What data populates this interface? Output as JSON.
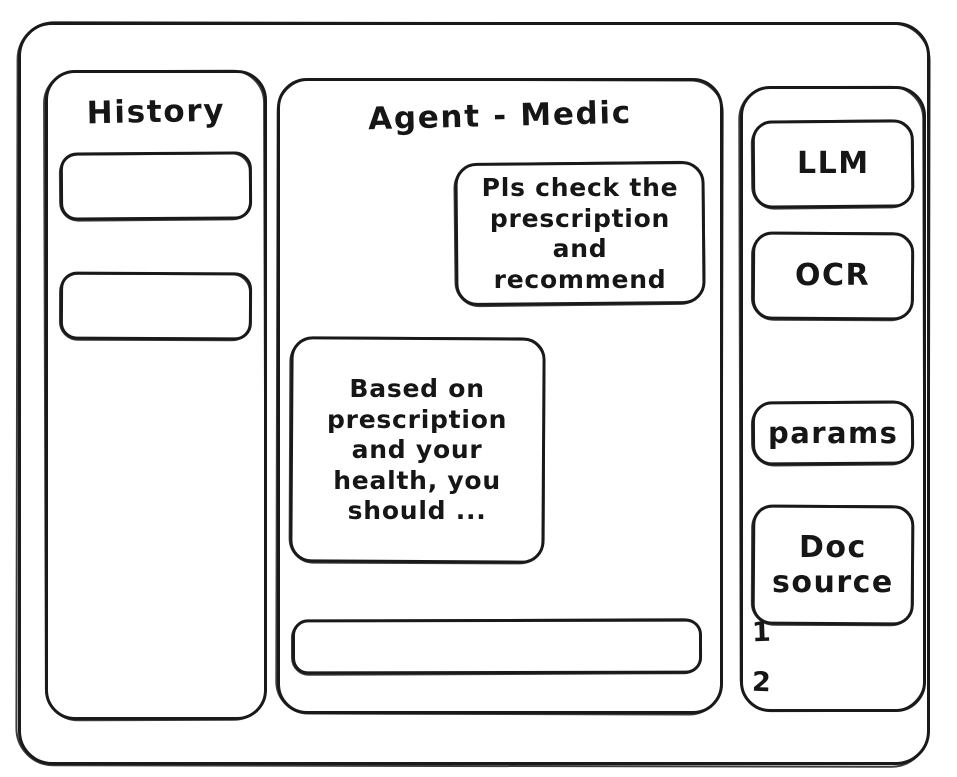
{
  "window": {
    "frame_label": "app-window"
  },
  "history": {
    "title": "History",
    "items": [
      {
        "label": ""
      },
      {
        "label": ""
      }
    ]
  },
  "agent": {
    "title": "Agent - Medic",
    "messages": [
      {
        "role": "user",
        "text": "Pls check the\nprescription\nand recommend"
      },
      {
        "role": "assistant",
        "text": "Based on\nprescription\nand your\nhealth, you\nshould ..."
      }
    ],
    "composer": {
      "value": "",
      "placeholder": ""
    }
  },
  "tools": {
    "buttons": [
      {
        "label": "LLM",
        "name": "llm"
      },
      {
        "label": "OCR",
        "name": "ocr"
      },
      {
        "label": "params",
        "name": "params"
      },
      {
        "label": "Doc\nsource",
        "name": "doc-source"
      }
    ],
    "doc_list": [
      {
        "label": "1"
      },
      {
        "label": "2"
      }
    ]
  },
  "colors": {
    "ink": "#1a1a1a",
    "paper": "#ffffff"
  }
}
